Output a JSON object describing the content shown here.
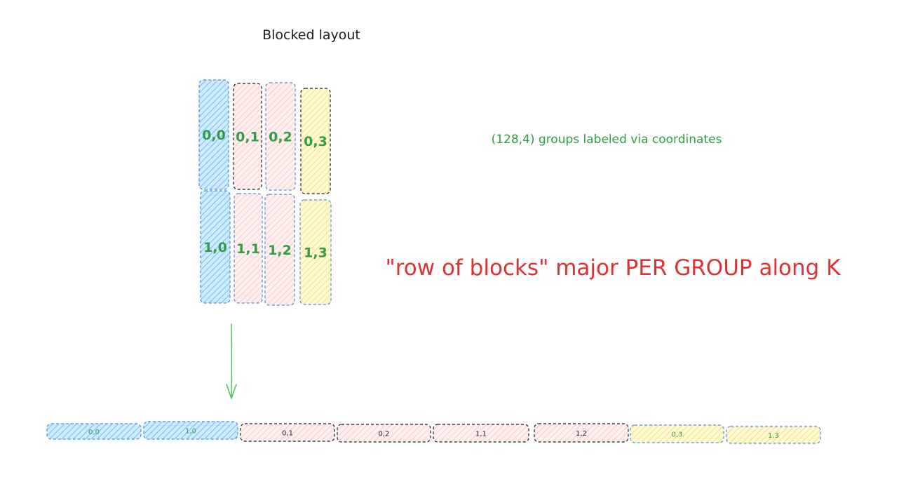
{
  "diagram": {
    "title": "Blocked layout",
    "caption_groups": "(128,4) groups labeled via coordinates",
    "caption_major": "\"row of blocks\" major PER GROUP along K",
    "colors": {
      "blue_fill": "#a5d8ff",
      "blue_stroke": "#4a90d9",
      "pink_fill": "#ffc9c9",
      "pink_stroke_dark": "#1e1e1e",
      "yellow_fill": "#ffec99",
      "label_green": "#2f9e44",
      "label_dark": "#1e1e1e",
      "caption_red": "#e03131",
      "arrow_green": "#40c057"
    },
    "grid_blocks": [
      {
        "label": "0,0",
        "fill": "blue"
      },
      {
        "label": "0,1",
        "fill": "pink"
      },
      {
        "label": "0,2",
        "fill": "pink"
      },
      {
        "label": "0,3",
        "fill": "yellow"
      },
      {
        "label": "1,0",
        "fill": "blue"
      },
      {
        "label": "1,1",
        "fill": "pink"
      },
      {
        "label": "1,2",
        "fill": "pink"
      },
      {
        "label": "1,3",
        "fill": "yellow"
      }
    ],
    "flat_blocks": [
      {
        "label": "0,0",
        "fill": "blue"
      },
      {
        "label": "1,0",
        "fill": "blue"
      },
      {
        "label": "0,1",
        "fill": "pink"
      },
      {
        "label": "0,2",
        "fill": "pink"
      },
      {
        "label": "1,1",
        "fill": "pink"
      },
      {
        "label": "1,2",
        "fill": "pink"
      },
      {
        "label": "0,3",
        "fill": "yellow"
      },
      {
        "label": "1,3",
        "fill": "yellow"
      }
    ]
  }
}
